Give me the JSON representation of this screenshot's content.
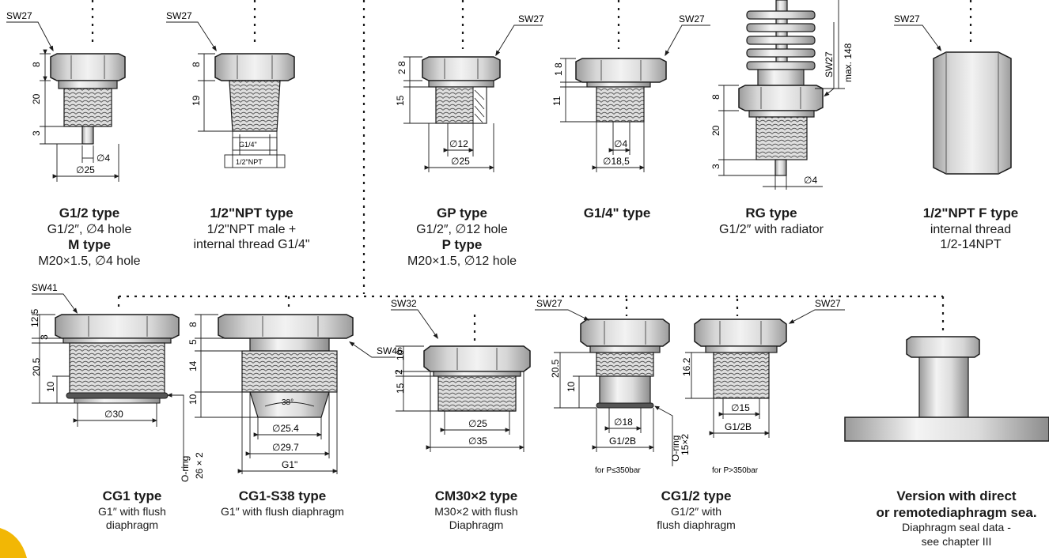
{
  "captions": {
    "g12": {
      "title": "G1/2 type",
      "line1": "G1/2″, ∅4 hole",
      "title2": "M type",
      "line2": "M20×1.5, ∅4 hole"
    },
    "npt": {
      "title": "1/2\"NPT type",
      "desc": "1/2\"NPT male +\ninternal thread G1/4\""
    },
    "gp": {
      "title": "GP type",
      "line1": "G1/2″, ∅12 hole",
      "title2": "P type",
      "line2": "M20×1.5, ∅12 hole"
    },
    "g14": {
      "title": "G1/4\" type"
    },
    "rg": {
      "title": "RG type",
      "desc": "G1/2″ with radiator"
    },
    "nptf": {
      "title": "1/2\"NPT F type",
      "desc": "internal thread\n1/2-14NPT"
    },
    "cg1": {
      "title": "CG1 type",
      "desc": "G1″ with flush\ndiaphragm"
    },
    "cg1s38": {
      "title": "CG1-S38 type",
      "desc": "G1″ with flush diaphragm"
    },
    "cm30": {
      "title": "CM30×2 type",
      "desc": "M30×2 with flush\nDiaphragm"
    },
    "cg12": {
      "title": "CG1/2 type",
      "desc": "G1/2″ with\nflush diaphragm"
    },
    "version": {
      "title": "Version with direct\nor remotediaphragm sea.",
      "desc": "Diaphragm seal data -\nsee chapter III"
    }
  },
  "labels": {
    "g12": {
      "sw": "SW27",
      "d1": "8",
      "d2": "20",
      "d3": "3",
      "hole": "∅4",
      "od": "∅25"
    },
    "npt": {
      "sw": "SW27",
      "d1": "8",
      "d2": "19",
      "th1": "G1/4\"",
      "th2": "1/2\"NPT"
    },
    "gp": {
      "sw": "SW27",
      "d1": "2 8",
      "d2": "15",
      "hole": "∅12",
      "od": "∅25"
    },
    "g14": {
      "sw": "SW27",
      "d1": "1 8",
      "d2": "11",
      "hole": "∅4",
      "od": "∅18,5"
    },
    "rg": {
      "sw": "SW27",
      "max": "max. 148",
      "d1": "8",
      "d2": "20",
      "d3": "3",
      "hole": "∅4"
    },
    "nptf": {
      "sw": "SW27"
    },
    "cg1": {
      "sw": "SW41",
      "d1": "12.5",
      "d2": "3",
      "d3": "20.5",
      "d4": "10",
      "od": "∅30",
      "oring": "O-ring",
      "oring_size": "26 × 2"
    },
    "cg1s38": {
      "d1": "8",
      "d2": "5",
      "d3": "14",
      "d4": "10",
      "angle": "38°",
      "dia1": "∅25.4",
      "dia2": "∅29.7",
      "thread": "G1\"",
      "sw": "SW46"
    },
    "cm30": {
      "sw": "SW32",
      "d1": "10",
      "d2": "2",
      "d3": "15",
      "dia1": "∅25",
      "dia2": "∅35"
    },
    "cg12": {
      "sw1": "SW27",
      "sw2": "SW27",
      "d1": "20.5",
      "d2": "10",
      "dia1": "∅18",
      "thread1": "G1/2B",
      "oring": "O-ring",
      "oring_size": "15×2",
      "d3": "16.2",
      "dia2": "∅15",
      "thread2": "G1/2B",
      "note1": "for P≤350bar",
      "note2": "for P>350bar"
    }
  }
}
